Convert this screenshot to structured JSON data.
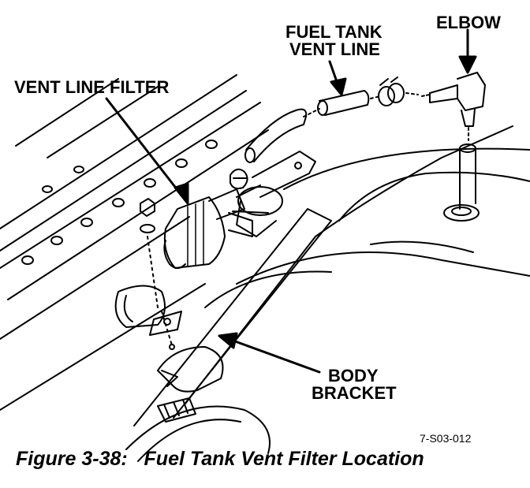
{
  "labels": {
    "elbow": "ELBOW",
    "fuel_tank_vent_line_1": "FUEL TANK",
    "fuel_tank_vent_line_2": "VENT LINE",
    "vent_line_filter": "VENT LINE FILTER",
    "body_bracket_1": "BODY",
    "body_bracket_2": "BRACKET"
  },
  "figure_code": "7-S03-012",
  "caption": "Figure 3-38:   Fuel Tank Vent Filter Location",
  "colors": {
    "ink": "#000000",
    "paper": "#ffffff"
  }
}
